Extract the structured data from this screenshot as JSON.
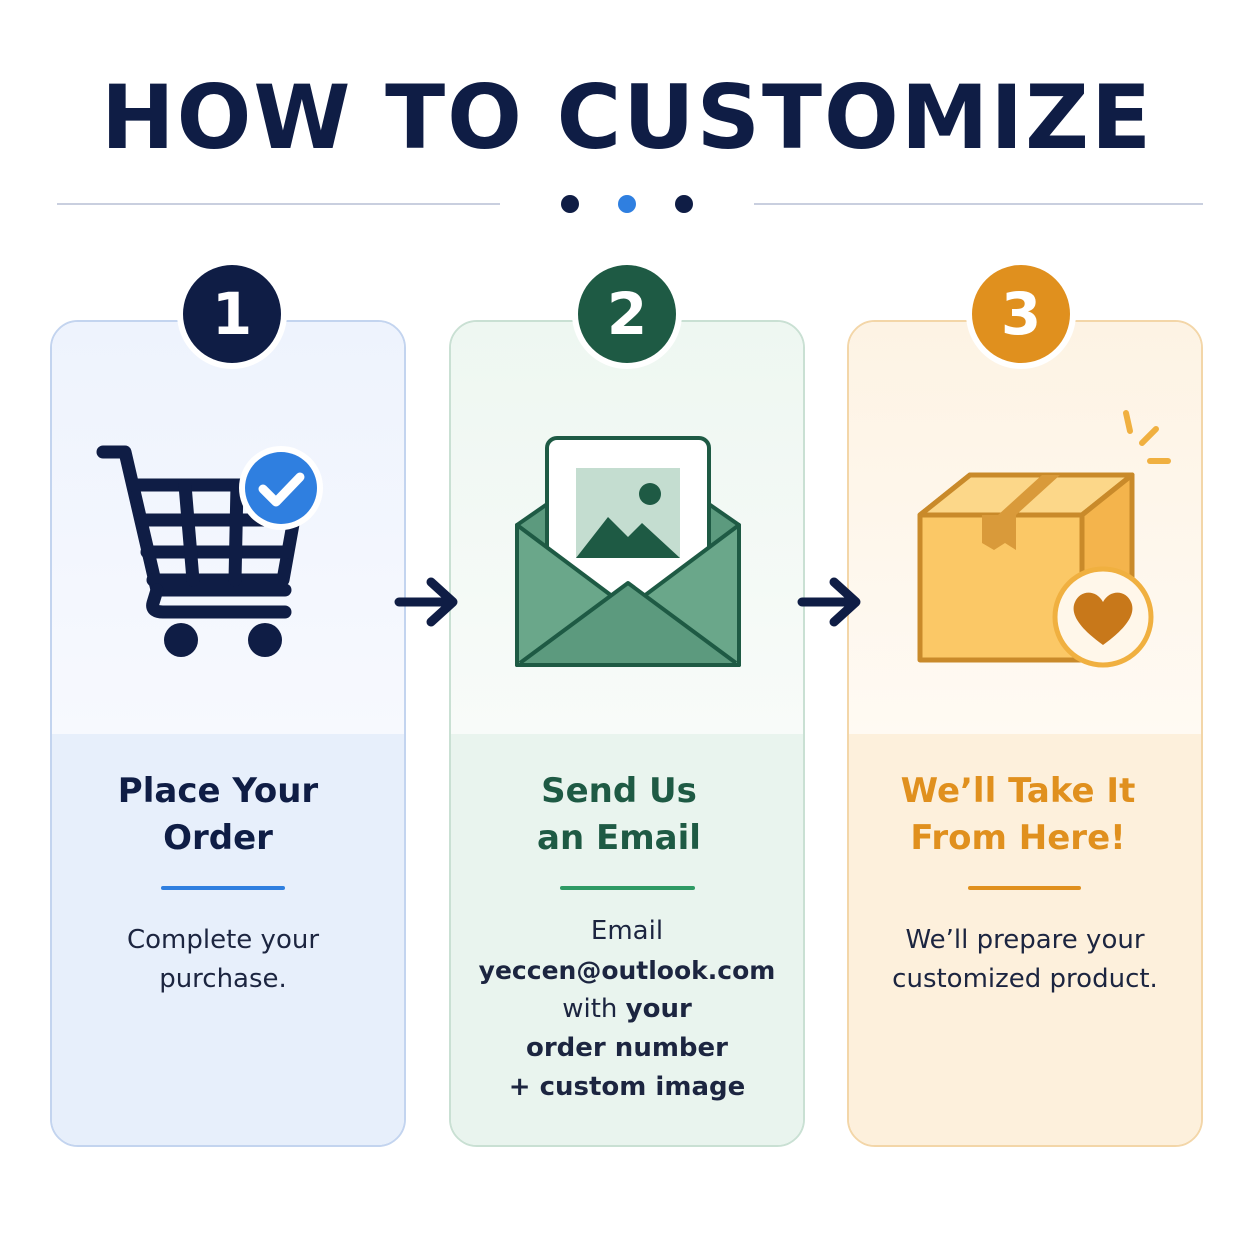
{
  "page": {
    "title": "HOW TO CUSTOMIZE",
    "colors": {
      "navy": "#0f1d45",
      "blue": "#2f7fe0",
      "green": "#1e5a44",
      "orange": "#e0901e"
    }
  },
  "steps": [
    {
      "number": "1",
      "heading_line1": "Place Your",
      "heading_line2": "Order",
      "body_line1": "Complete your",
      "body_line2": "purchase.",
      "icon": "shopping-cart-icon",
      "accent": "#0f1d45"
    },
    {
      "number": "2",
      "heading_line1": "Send Us",
      "heading_line2": "an Email",
      "body_line1": "Email",
      "body_email": "yeccen@outlook.com",
      "body_with": "with",
      "body_your": "your",
      "body_line4": "order number",
      "body_line5": "+ custom image",
      "icon": "envelope-image-icon",
      "accent": "#1e5a44"
    },
    {
      "number": "3",
      "heading_line1": "We’ll Take It",
      "heading_line2": "From Here!",
      "body_line1": "We’ll prepare your",
      "body_line2": "customized product.",
      "icon": "package-heart-icon",
      "accent": "#e0901e"
    }
  ]
}
